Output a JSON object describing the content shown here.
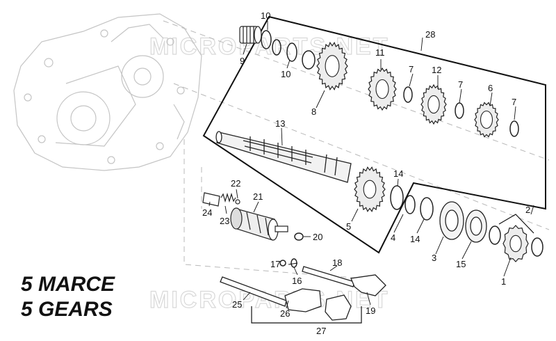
{
  "caption": {
    "line1": "5 MARCE",
    "line2": "5 GEARS"
  },
  "watermark": "MICROPARTS.NET",
  "callouts": [
    "1",
    "2",
    "3",
    "4",
    "5",
    "6",
    "7",
    "8",
    "9",
    "10",
    "11",
    "12",
    "13",
    "14",
    "15",
    "16",
    "17",
    "18",
    "19",
    "20",
    "21",
    "22",
    "23",
    "24",
    "25",
    "26",
    "27",
    "28"
  ]
}
